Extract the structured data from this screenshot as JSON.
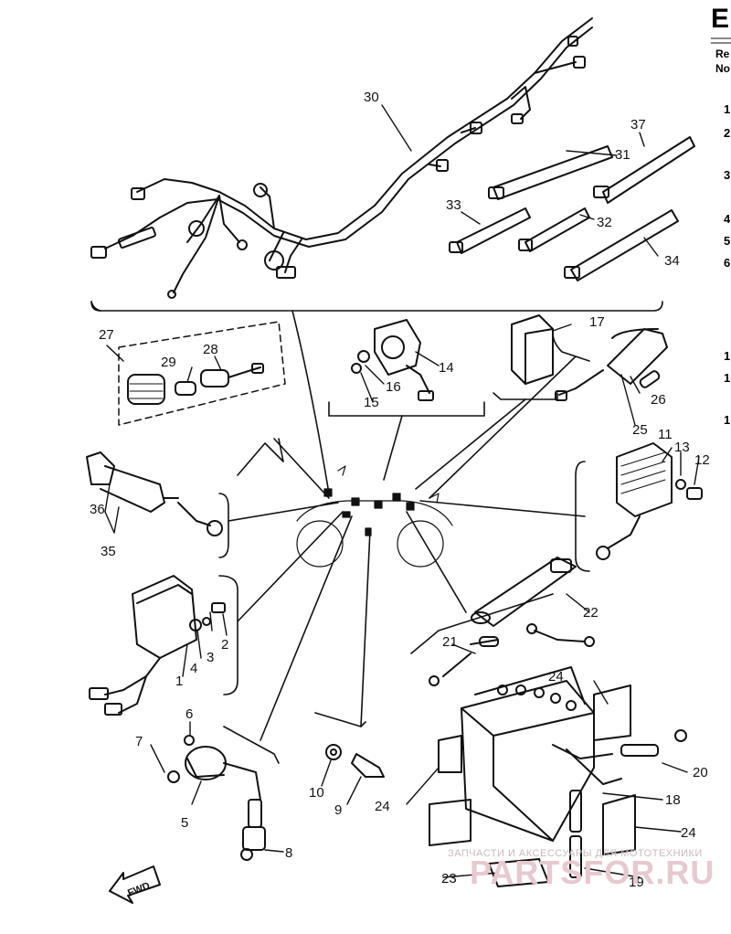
{
  "header": {
    "letter": "E",
    "line1": "Re",
    "line2": "No",
    "margin_marks": [
      "1",
      "2",
      "3",
      "4",
      "5",
      "6",
      "1",
      "1",
      "1"
    ]
  },
  "callouts": [
    "1",
    "2",
    "3",
    "4",
    "5",
    "6",
    "7",
    "8",
    "9",
    "10",
    "11",
    "12",
    "13",
    "14",
    "15",
    "16",
    "17",
    "18",
    "19",
    "20",
    "21",
    "22",
    "23",
    "24",
    "24",
    "24",
    "25",
    "26",
    "27",
    "28",
    "29",
    "30",
    "31",
    "32",
    "33",
    "34",
    "35",
    "36",
    "37"
  ],
  "fwd_label": "FWD",
  "watermark": {
    "small": "ЗАПЧАСТИ И АКСЕССУАРЫ ДЛЯ МОТОТЕХНИКИ",
    "large": "PARTSFOR.RU"
  },
  "colors": {
    "ink": "#111111",
    "watermark": "#e7c9cf"
  }
}
